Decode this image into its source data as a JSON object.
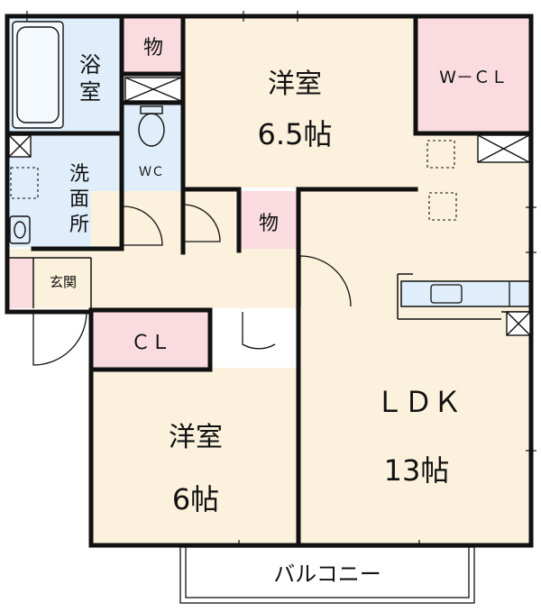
{
  "rooms": {
    "bath": {
      "l1": "浴",
      "l2": "室"
    },
    "storage_top": "物",
    "storage_mid": "物",
    "western_top": {
      "name": "洋室",
      "size": "6.5帖"
    },
    "wcl": "W－ＣＬ",
    "wc": "ＷＣ",
    "washroom": {
      "l1": "洗",
      "l2": "面",
      "l3": "所"
    },
    "entrance": "玄関",
    "cl": "ＣＬ",
    "western_bottom": {
      "name": "洋室",
      "size": "6帖"
    },
    "ldk": {
      "name": "ＬＤＫ",
      "size": "13帖"
    },
    "balcony": "バルコニー"
  },
  "colors": {
    "western_floor": "#fbf1dc",
    "ldk_floor": "#fbf1dc",
    "wet_area": "#dfeefa",
    "closet": "#fadbe0",
    "wall": "#111111"
  }
}
